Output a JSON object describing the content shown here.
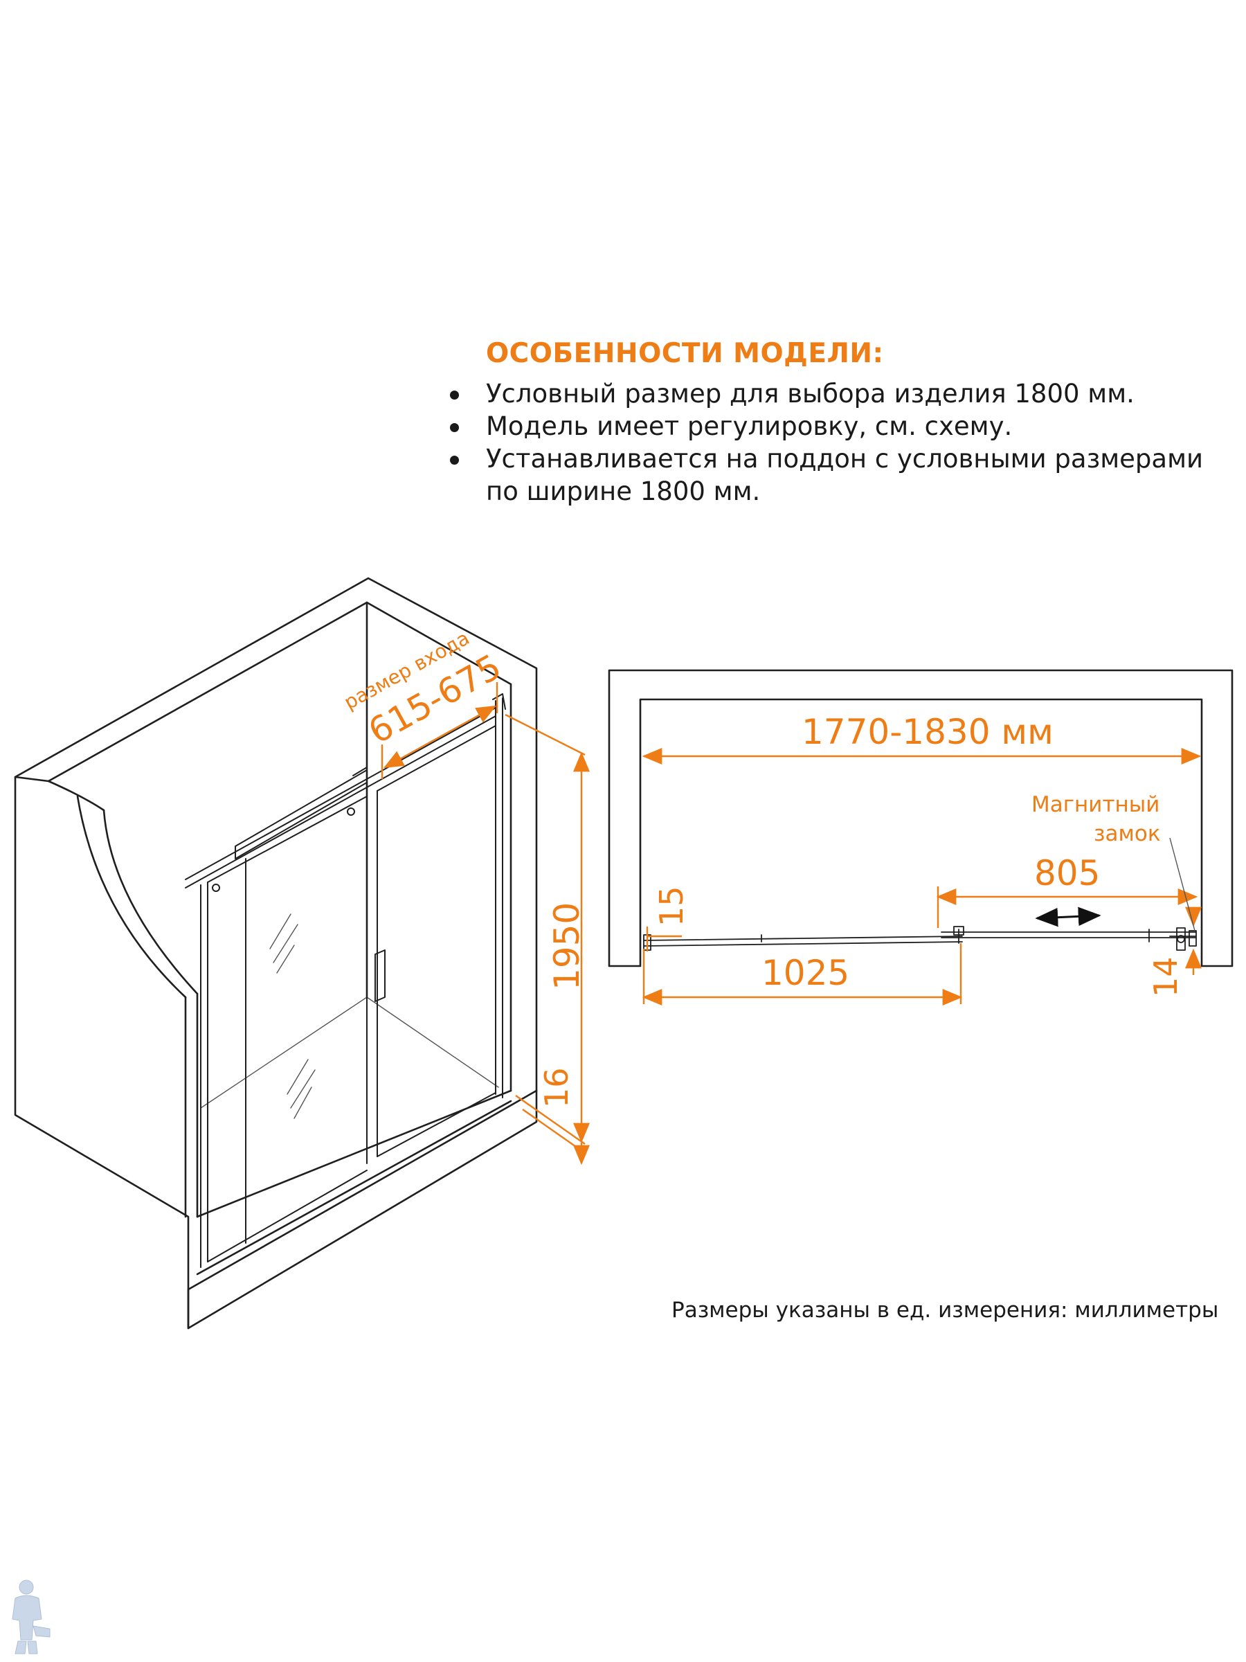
{
  "features": {
    "title": "ОСОБЕННОСТИ МОДЕЛИ:",
    "items": [
      "Условный размер для выбора изделия 1800 мм.",
      "Модель имеет регулировку, см. схему.",
      "Устанавливается на поддон с условными размерами по ширине 1800 мм."
    ]
  },
  "iso_view": {
    "entrance_label": "размер входа",
    "entrance_size": "615-675",
    "height": "1950",
    "base_gap": "16"
  },
  "plan_view": {
    "total_width": "1770-1830 мм",
    "magnet_lock_line1": "Магнитный",
    "magnet_lock_line2": "замок",
    "door_width": "805",
    "fixed_width": "1025",
    "left_gap": "15",
    "right_gap": "14"
  },
  "units_note": "Размеры указаны в ед. измерения: миллиметры",
  "colors": {
    "accent": "#ee7d15",
    "line": "#1f1f1f"
  }
}
